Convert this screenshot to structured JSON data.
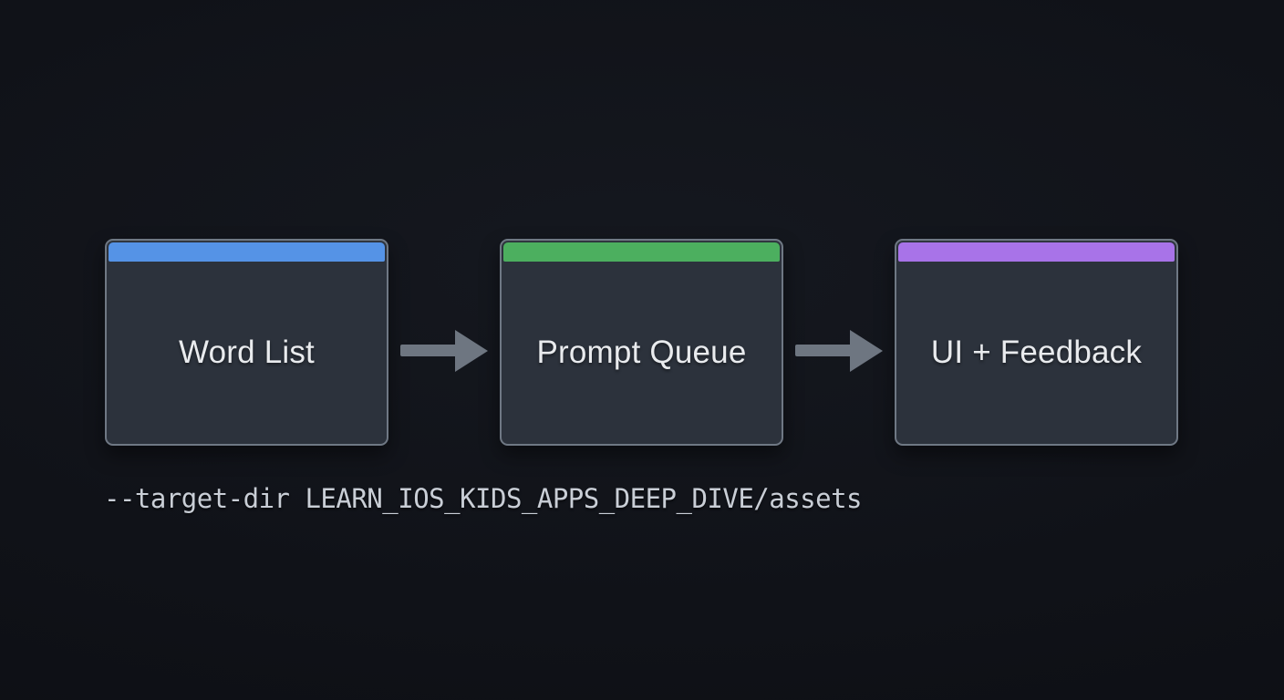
{
  "diagram": {
    "nodes": [
      {
        "id": "word-list",
        "label": "Word List",
        "accent_color": "#5593e6"
      },
      {
        "id": "prompt-queue",
        "label": "Prompt Queue",
        "accent_color": "#4caf5f"
      },
      {
        "id": "ui-feedback",
        "label": "UI + Feedback",
        "accent_color": "#a873e8"
      }
    ],
    "arrow_color": "#6e7681",
    "command_line": "--target-dir LEARN_IOS_KIDS_APPS_DEEP_DIVE/assets"
  },
  "colors": {
    "background": "#101218",
    "node_fill": "#2c323c",
    "node_border": "#6f7884",
    "label_text": "#e9ebee",
    "command_text": "#c9ced6"
  }
}
